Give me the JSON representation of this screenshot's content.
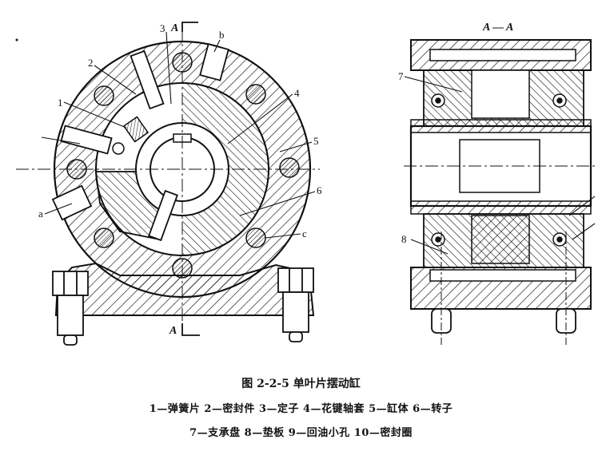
{
  "figure": {
    "title": "图 2-2-5   单叶片摆动缸",
    "legend_line1": "1—弹簧片   2—密封件   3—定子   4—花键轴套   5—缸体   6—转子",
    "legend_line2": "7—支承盘   8—垫板   9—回油小孔   10—密封圈"
  },
  "front_view": {
    "callouts": {
      "n1": "1",
      "n2": "2",
      "n3": "3",
      "n4": "4",
      "n5": "5",
      "n6": "6",
      "a": "a",
      "b": "b",
      "c": "c",
      "sec_top": "A",
      "sec_bottom": "A"
    }
  },
  "section_view": {
    "title": "A — A",
    "callouts": {
      "n7": "7",
      "n8": "8"
    }
  }
}
